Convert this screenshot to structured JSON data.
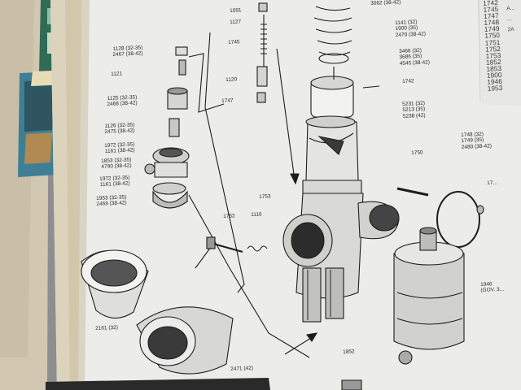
{
  "image": {
    "kind": "photo of a printed carburetor exploded-view parts diagram",
    "colors": {
      "paper": "#efefec",
      "ink": "#1d1d1d",
      "background": "#8f8f92",
      "page_edge": "#d8c9a6"
    }
  },
  "part_labels": {
    "top_right_3062": "3062 (38-42)",
    "l1091": "1091",
    "l1127": "1127",
    "l1745": "1745",
    "l1120": "1120",
    "l1747a": "1747",
    "stack_1128": "1128 (32-35)\n2467 (38-42)",
    "l1121": "1121",
    "stack_1125": "1125 (32-35)\n2468 (38-42)",
    "stack_1126": "1126 (32-35)\n2475 (38-42)",
    "stack_1972a": "1972 (32-35)\n1161 (38-42)",
    "stack_1853": "1853 (32-35)\n4790 (38-42)",
    "stack_1972b": "1972 (32-35)\n1161 (38-42)",
    "stack_1953": "1953 (32-35)\n2469 (38-42)",
    "stack_1141": "1141 (32)\n1900 (35)\n2470 (38-42)",
    "stack_3466": "3466 (32)\n3686 (35)\n4545 (38-42)",
    "l1742": "1742",
    "stack_5231": "5231 (32)\n5213 (35)\n5238 (42)",
    "l1750": "1750",
    "stack_1748": "1748 (32)\n1749 (35)\n2480 (38-42)",
    "l1753": "1753",
    "l1752": "1752",
    "l1116": "1116",
    "l2161": "2161 (32)",
    "l2471": "2471 (42)",
    "l1852": "1852",
    "l1946": "1946\n(GOV. 3...",
    "l17xx": "17..."
  },
  "index_column": {
    "entries": [
      "1742",
      "1745",
      "1747",
      "1748",
      "1749",
      "1750",
      "1751",
      "1752",
      "1753",
      "1852",
      "1853",
      "1900",
      "1946",
      "1953"
    ],
    "sub_column": [
      "A...",
      "...",
      "2A"
    ]
  }
}
